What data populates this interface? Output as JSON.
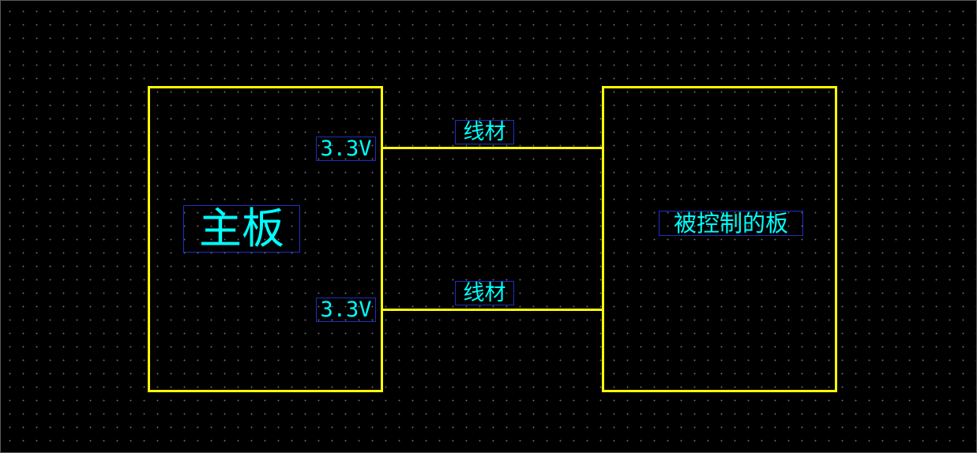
{
  "diagram": {
    "main_board": {
      "label": "主板"
    },
    "controlled_board": {
      "label": "被控制的板"
    },
    "connections": [
      {
        "pin_label": "3.3V",
        "wire_label": "线材"
      },
      {
        "pin_label": "3.3V",
        "wire_label": "线材"
      }
    ]
  },
  "colors": {
    "background": "#000000",
    "grid_dot": "#6a6a6a",
    "outline": "#ffff00",
    "text": "#00ffff",
    "text_box": "#1f2fbf"
  }
}
